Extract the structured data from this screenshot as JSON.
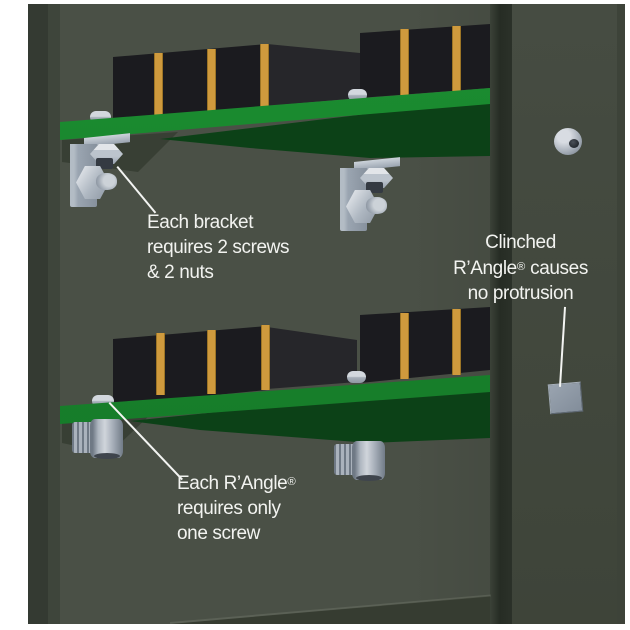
{
  "annotations": {
    "bracket_note": {
      "line1": "Each bracket",
      "line2": "requires 2 screws",
      "line3": "& 2 nuts"
    },
    "rangle_note": {
      "line1_main": "Each R’Angle",
      "line1_reg": "®",
      "line2": "requires only",
      "line3": "one screw"
    },
    "clinched_note": {
      "line1": "Clinched",
      "line2_main": "R’Angle",
      "line2_reg": "®",
      "line2_rest": " causes",
      "line3": "no protrusion"
    }
  },
  "colors": {
    "background": "#ffffff",
    "panel": "#4a5046",
    "panel_right": "#454b41",
    "panel_fold": "#2b3129",
    "panel_edge_dark": "#343a32",
    "pcb_green": "#168029",
    "pcb_underside": "#0c4117",
    "component_black": "#1b1b1f",
    "stripe_orange": "#cf9a3d",
    "metal_gray": "#a8b1bc",
    "annotation_text": "#f2f3f0",
    "leader_line": "#f3f4f2"
  }
}
